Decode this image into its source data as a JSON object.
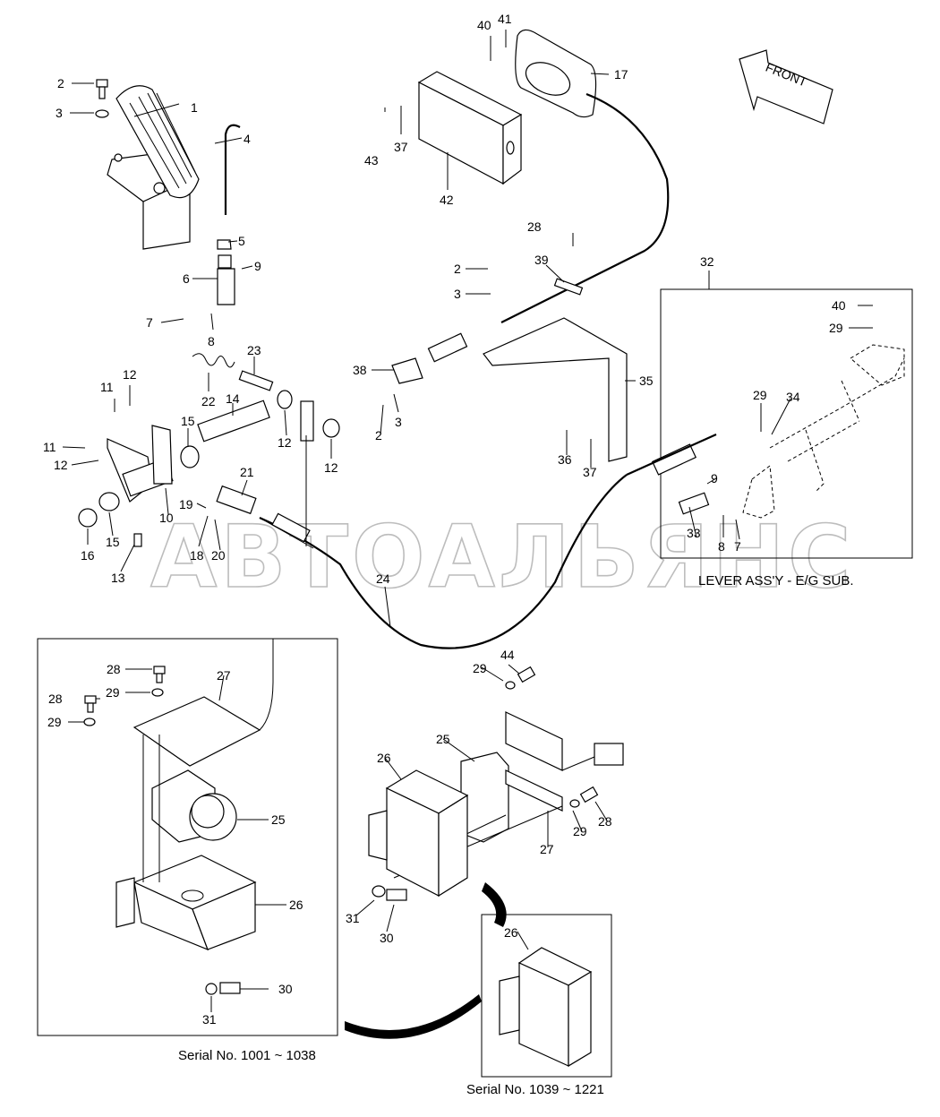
{
  "watermark": "АВТОАЛЬЯНС",
  "front_label": "FRONT",
  "captions": {
    "lever_assy": "LEVER ASS'Y - E/G SUB.",
    "serial_a": "Serial No. 1001 ~ 1038",
    "serial_b": "Serial No. 1039 ~ 1221"
  },
  "callouts": {
    "c1": "1",
    "c2a": "2",
    "c3a": "3",
    "c4": "4",
    "c5": "5",
    "c6": "6",
    "c9a": "9",
    "c7a": "7",
    "c8a": "8",
    "c23": "23",
    "c22": "22",
    "c14": "14",
    "c11a": "11",
    "c12a": "12",
    "c11b": "11",
    "c12b": "12",
    "c15a": "15",
    "c10": "10",
    "c15b": "15",
    "c16": "16",
    "c13": "13",
    "c19": "19",
    "c18": "18",
    "c20": "20",
    "c21": "21",
    "c12c": "12",
    "c12d": "12",
    "c24": "24",
    "c40a": "40",
    "c41": "41",
    "c17": "17",
    "c43": "43",
    "c37a": "37",
    "c42": "42",
    "c28a": "28",
    "c39": "39",
    "c2b": "2",
    "c3b": "3",
    "c38": "38",
    "c3c": "3",
    "c2c": "2",
    "c35": "35",
    "c36": "36",
    "c37b": "37",
    "c32": "32",
    "c40b": "40",
    "c29a": "29",
    "c29b": "29",
    "c34": "34",
    "c9b": "9",
    "c33": "33",
    "c8b": "8",
    "c7b": "7",
    "c44": "44",
    "c29c": "29",
    "c25a": "25",
    "c26a": "26",
    "c28b": "28",
    "c29d": "29",
    "c27a": "27",
    "c31a": "31",
    "c30a": "30",
    "c28c": "28",
    "c28d": "28",
    "c29e": "29",
    "c29f": "29",
    "c27b": "27",
    "c25b": "25",
    "c26b": "26",
    "c30b": "30",
    "c31b": "31",
    "c26c": "26"
  }
}
